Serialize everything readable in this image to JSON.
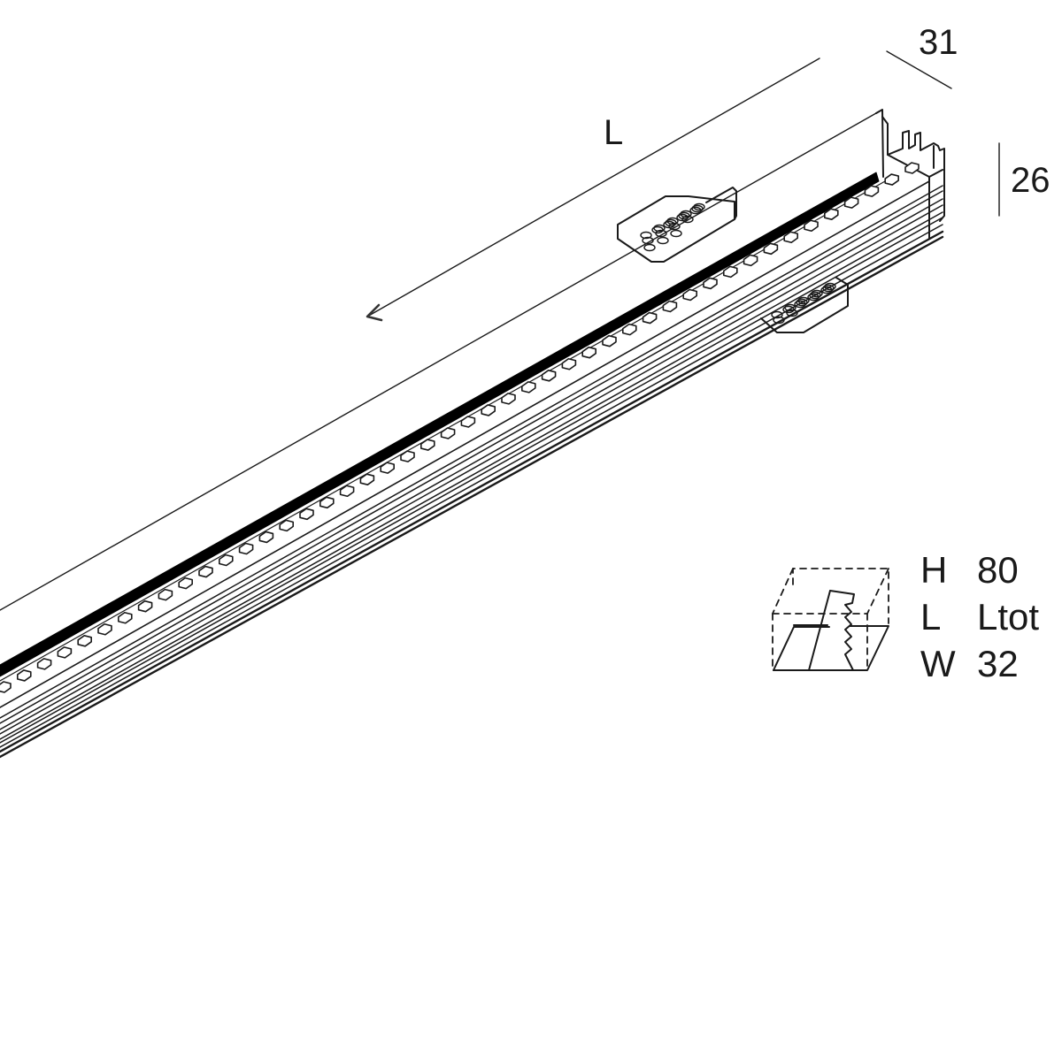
{
  "drawing": {
    "subject": "recessed linear LED profile, isometric view",
    "colors": {
      "line": "#1a1a1a",
      "background": "#ffffff",
      "led_strip": "#000000"
    }
  },
  "dimensions": {
    "length_label": "L",
    "width_label": "31",
    "height_label": "26"
  },
  "specs": {
    "icon": "recessed-install-icon",
    "rows": [
      {
        "key": "H",
        "value": "80"
      },
      {
        "key": "L",
        "value": "Ltot"
      },
      {
        "key": "W",
        "value": "32"
      }
    ]
  }
}
